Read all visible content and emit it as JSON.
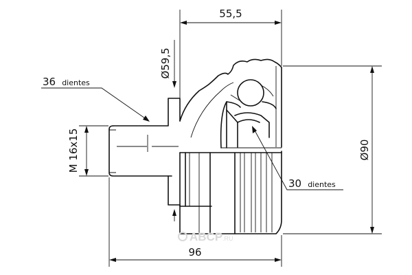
{
  "dimensions": {
    "length_top": "55,5",
    "diameter_small": "Ø59,5",
    "outer_spline": "36",
    "outer_spline_unit": "dientes",
    "thread": "M 16x15",
    "inner_spline": "30",
    "inner_spline_unit": "dientes",
    "diameter_large": "Ø90",
    "length_total": "96"
  },
  "watermark": {
    "brand": "ABCP",
    "domain": ".RU"
  },
  "colors": {
    "ink": "#111111",
    "watermark": "#d9d9d9",
    "background": "#ffffff"
  }
}
